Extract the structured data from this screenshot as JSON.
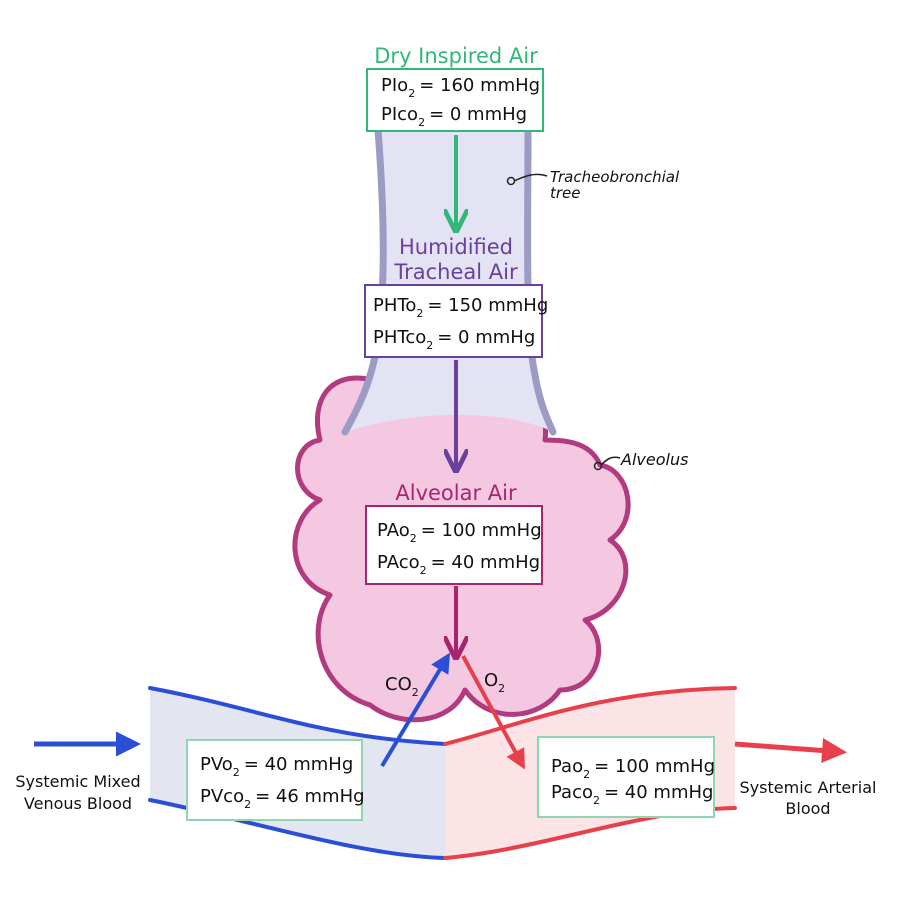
{
  "colors": {
    "green": "#33b679",
    "purple": "#6b3f9c",
    "magenta": "#a8256e",
    "blue": "#2a4fd6",
    "red": "#e8404a",
    "trachea_fill": "#e4e3f4",
    "trachea_wall": "#9b9bc4",
    "alveolus_fill": "#f5c8e2",
    "alveolus_stroke": "#b23a7e",
    "venous_fill": "#e3e6f1",
    "arterial_fill": "#fbe3e6",
    "pale_green": "#8fd6b0"
  },
  "dry_air": {
    "heading": "Dry Inspired Air",
    "o2_label": "PIo",
    "o2_value": "= 160 mmHg",
    "co2_label": "PIco",
    "co2_value": "= 0 mmHg"
  },
  "tracheal_air": {
    "heading_line1": "Humidified",
    "heading_line2": "Tracheal Air",
    "o2_label": "PHTo",
    "o2_value": "= 150 mmHg",
    "co2_label": "PHTco",
    "co2_value": "= 0 mmHg"
  },
  "alveolar_air": {
    "heading": "Alveolar Air",
    "o2_label": "PAo",
    "o2_value": "= 100 mmHg",
    "co2_label": "PAco",
    "co2_value": "= 40 mmHg"
  },
  "venous_blood": {
    "label_line1": "Systemic Mixed",
    "label_line2": "Venous Blood",
    "o2_label": "PVo",
    "o2_value": "= 40 mmHg",
    "co2_label": "PVco",
    "co2_value": "= 46 mmHg"
  },
  "arterial_blood": {
    "label_line1": "Systemic Arterial",
    "label_line2": "Blood",
    "o2_label": "Pao",
    "o2_value": "= 100 mmHg",
    "co2_label": "Paco",
    "co2_value": "= 40 mmHg"
  },
  "callouts": {
    "tracheo_line1": "Tracheobronchial",
    "tracheo_line2": "tree",
    "alveolus": "Alveolus"
  },
  "exchange": {
    "co2": "CO",
    "o2": "O",
    "subscript": "2"
  }
}
